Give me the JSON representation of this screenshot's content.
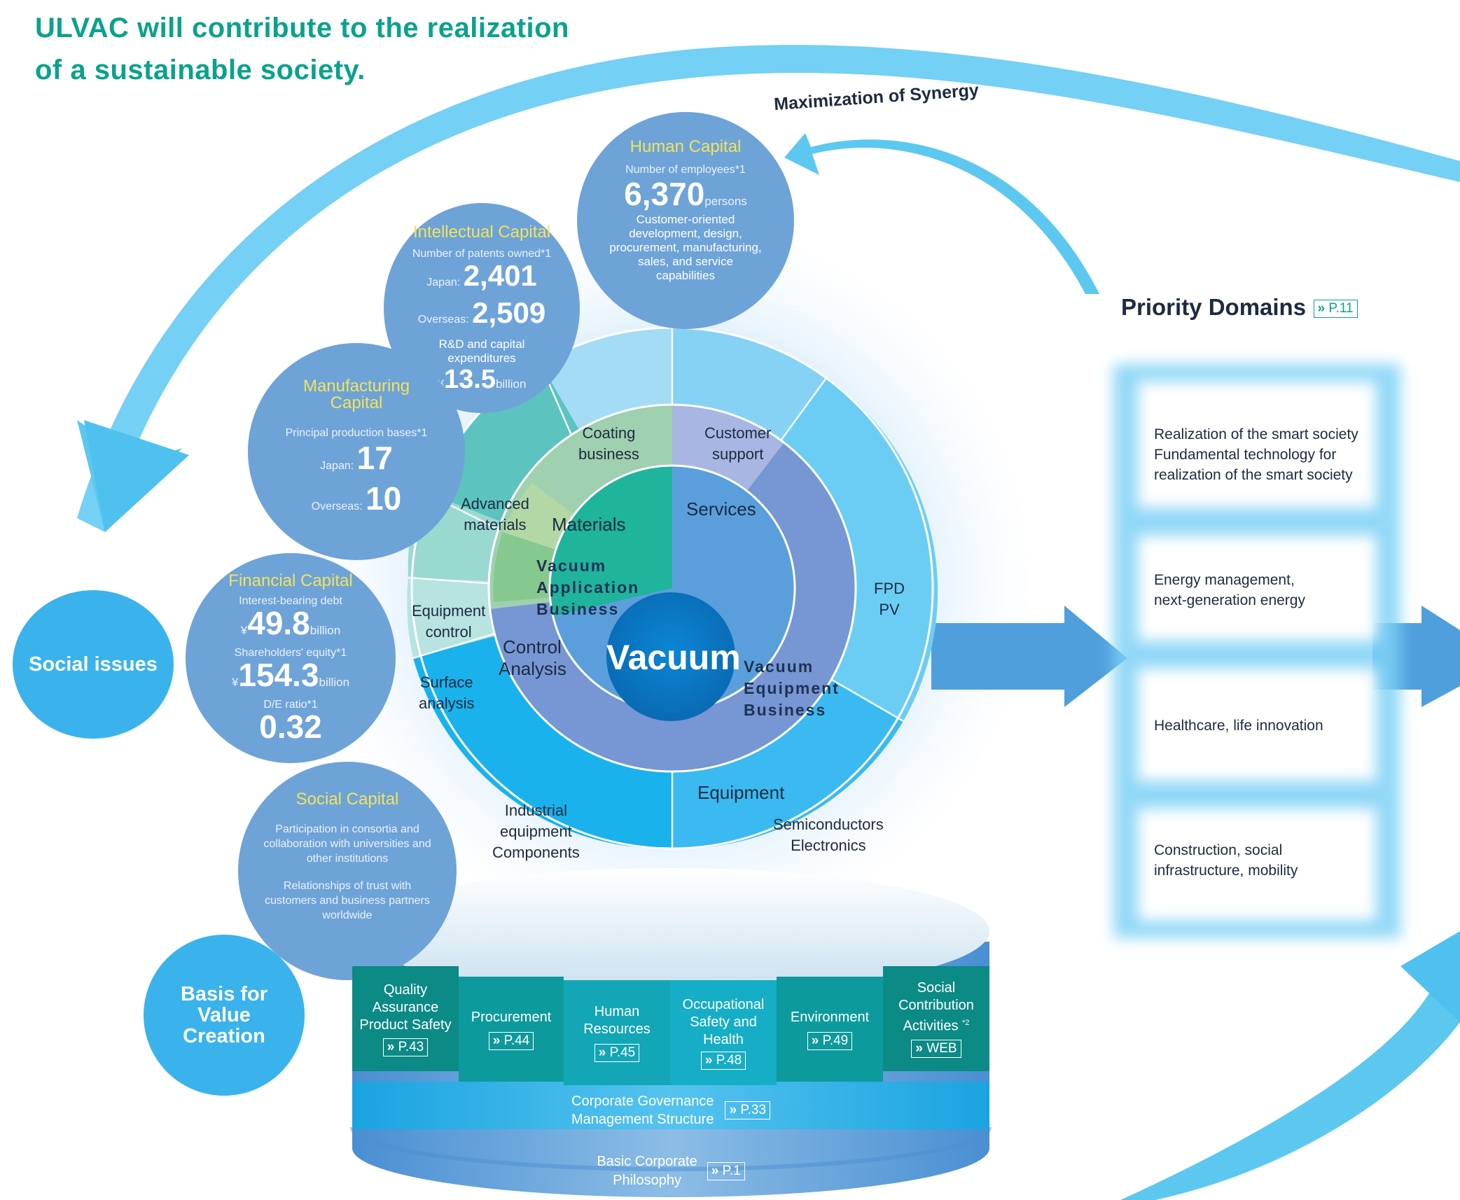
{
  "headline": {
    "line2": "ULVAC will contribute to the realization",
    "line3": "of a sustainable society."
  },
  "synergy_label": "Maximization of Synergy",
  "social_issues": "Social issues",
  "basis": {
    "line1": "Basis for",
    "line2": "Value",
    "line3": "Creation"
  },
  "capitals": {
    "human": {
      "title": "Human Capital",
      "label": "Number of employees*1",
      "value": "6,370",
      "unit": "persons",
      "desc": "Customer-oriented development, design, procurement, manufacturing, sales, and service capabilities"
    },
    "intellectual": {
      "title": "Intellectual Capital",
      "label": "Number of patents owned*1",
      "japan_label": "Japan:",
      "japan_value": "2,401",
      "overseas_label": "Overseas:",
      "overseas_value": "2,509",
      "rd_label": "R&D and capital expenditures",
      "rd_prefix": "¥",
      "rd_value": "13.5",
      "rd_unit": "billion"
    },
    "manufacturing": {
      "title": "Manufacturing Capital",
      "label": "Principal production bases*1",
      "japan_label": "Japan:",
      "japan_value": "17",
      "overseas_label": "Overseas:",
      "overseas_value": "10"
    },
    "financial": {
      "title": "Financial Capital",
      "debt_label": "Interest-bearing debt",
      "debt_prefix": "¥",
      "debt_value": "49.8",
      "debt_unit": "billion",
      "equity_label": "Shareholders' equity*1",
      "equity_prefix": "¥",
      "equity_value": "154.3",
      "equity_unit": "billion",
      "de_label": "D/E ratio*1",
      "de_value": "0.32"
    },
    "social": {
      "title": "Social Capital",
      "desc1": "Participation in consortia and collaboration with universities and other institutions",
      "desc2": "Relationships of trust with customers and business partners worldwide"
    }
  },
  "wheel": {
    "center": "Vacuum",
    "vab": {
      "l1": "Vacuum",
      "l2": "Application",
      "l3": "Business"
    },
    "veb": {
      "l1": "Vacuum",
      "l2": "Equipment",
      "l3": "Business"
    },
    "mid": {
      "materials": "Materials",
      "services": "Services",
      "control": "Control",
      "analysis": "Analysis",
      "equipment": "Equipment"
    },
    "outer": {
      "coating_1": "Coating",
      "coating_2": "business",
      "support_1": "Customer",
      "support_2": "support",
      "fpd_1": "FPD",
      "fpd_2": "PV",
      "advanced_1": "Advanced",
      "advanced_2": "materials",
      "equip_ctrl_1": "Equipment",
      "equip_ctrl_2": "control",
      "surface_1": "Surface",
      "surface_2": "analysis",
      "industrial_1": "Industrial",
      "industrial_2": "equipment",
      "industrial_3": "Components",
      "semi_1": "Semiconductors",
      "semi_2": "Electronics"
    }
  },
  "priority": {
    "title": "Priority Domains",
    "ref": "P.11",
    "items": [
      {
        "l1": "Realization of the smart society",
        "l2": "Fundamental technology for",
        "l3": "realization of the smart society"
      },
      {
        "l1": "Energy management,",
        "l2": "next-generation energy"
      },
      {
        "l1": "Healthcare, life innovation"
      },
      {
        "l1": "Construction, social",
        "l2": "infrastructure, mobility"
      }
    ]
  },
  "pillars": [
    {
      "l1": "Quality",
      "l2": "Assurance",
      "l3": "Product Safety",
      "ref": "P.43"
    },
    {
      "l1": "Procurement",
      "ref": "P.44"
    },
    {
      "l1": "Human",
      "l2": "Resources",
      "ref": "P.45"
    },
    {
      "l1": "Occupational",
      "l2": "Safety and",
      "l3": "Health",
      "ref": "P.48"
    },
    {
      "l1": "Environment",
      "ref": "P.49"
    },
    {
      "l1": "Social",
      "l2": "Contribution",
      "l3": "Activities",
      "sup": "*2",
      "ref": "WEB"
    }
  ],
  "governance": {
    "l1": "Corporate Governance",
    "l2": "Management Structure",
    "ref": "P.33"
  },
  "philosophy": {
    "l1": "Basic Corporate",
    "l2": "Philosophy",
    "ref": "P.1"
  },
  "colors": {
    "headline": "#0aa28c",
    "capital_circle": "#6ea3d8",
    "capital_title": "#f2e35c",
    "vacuum_center": "#0a7bc6",
    "arrow": "#5cc8f0"
  }
}
